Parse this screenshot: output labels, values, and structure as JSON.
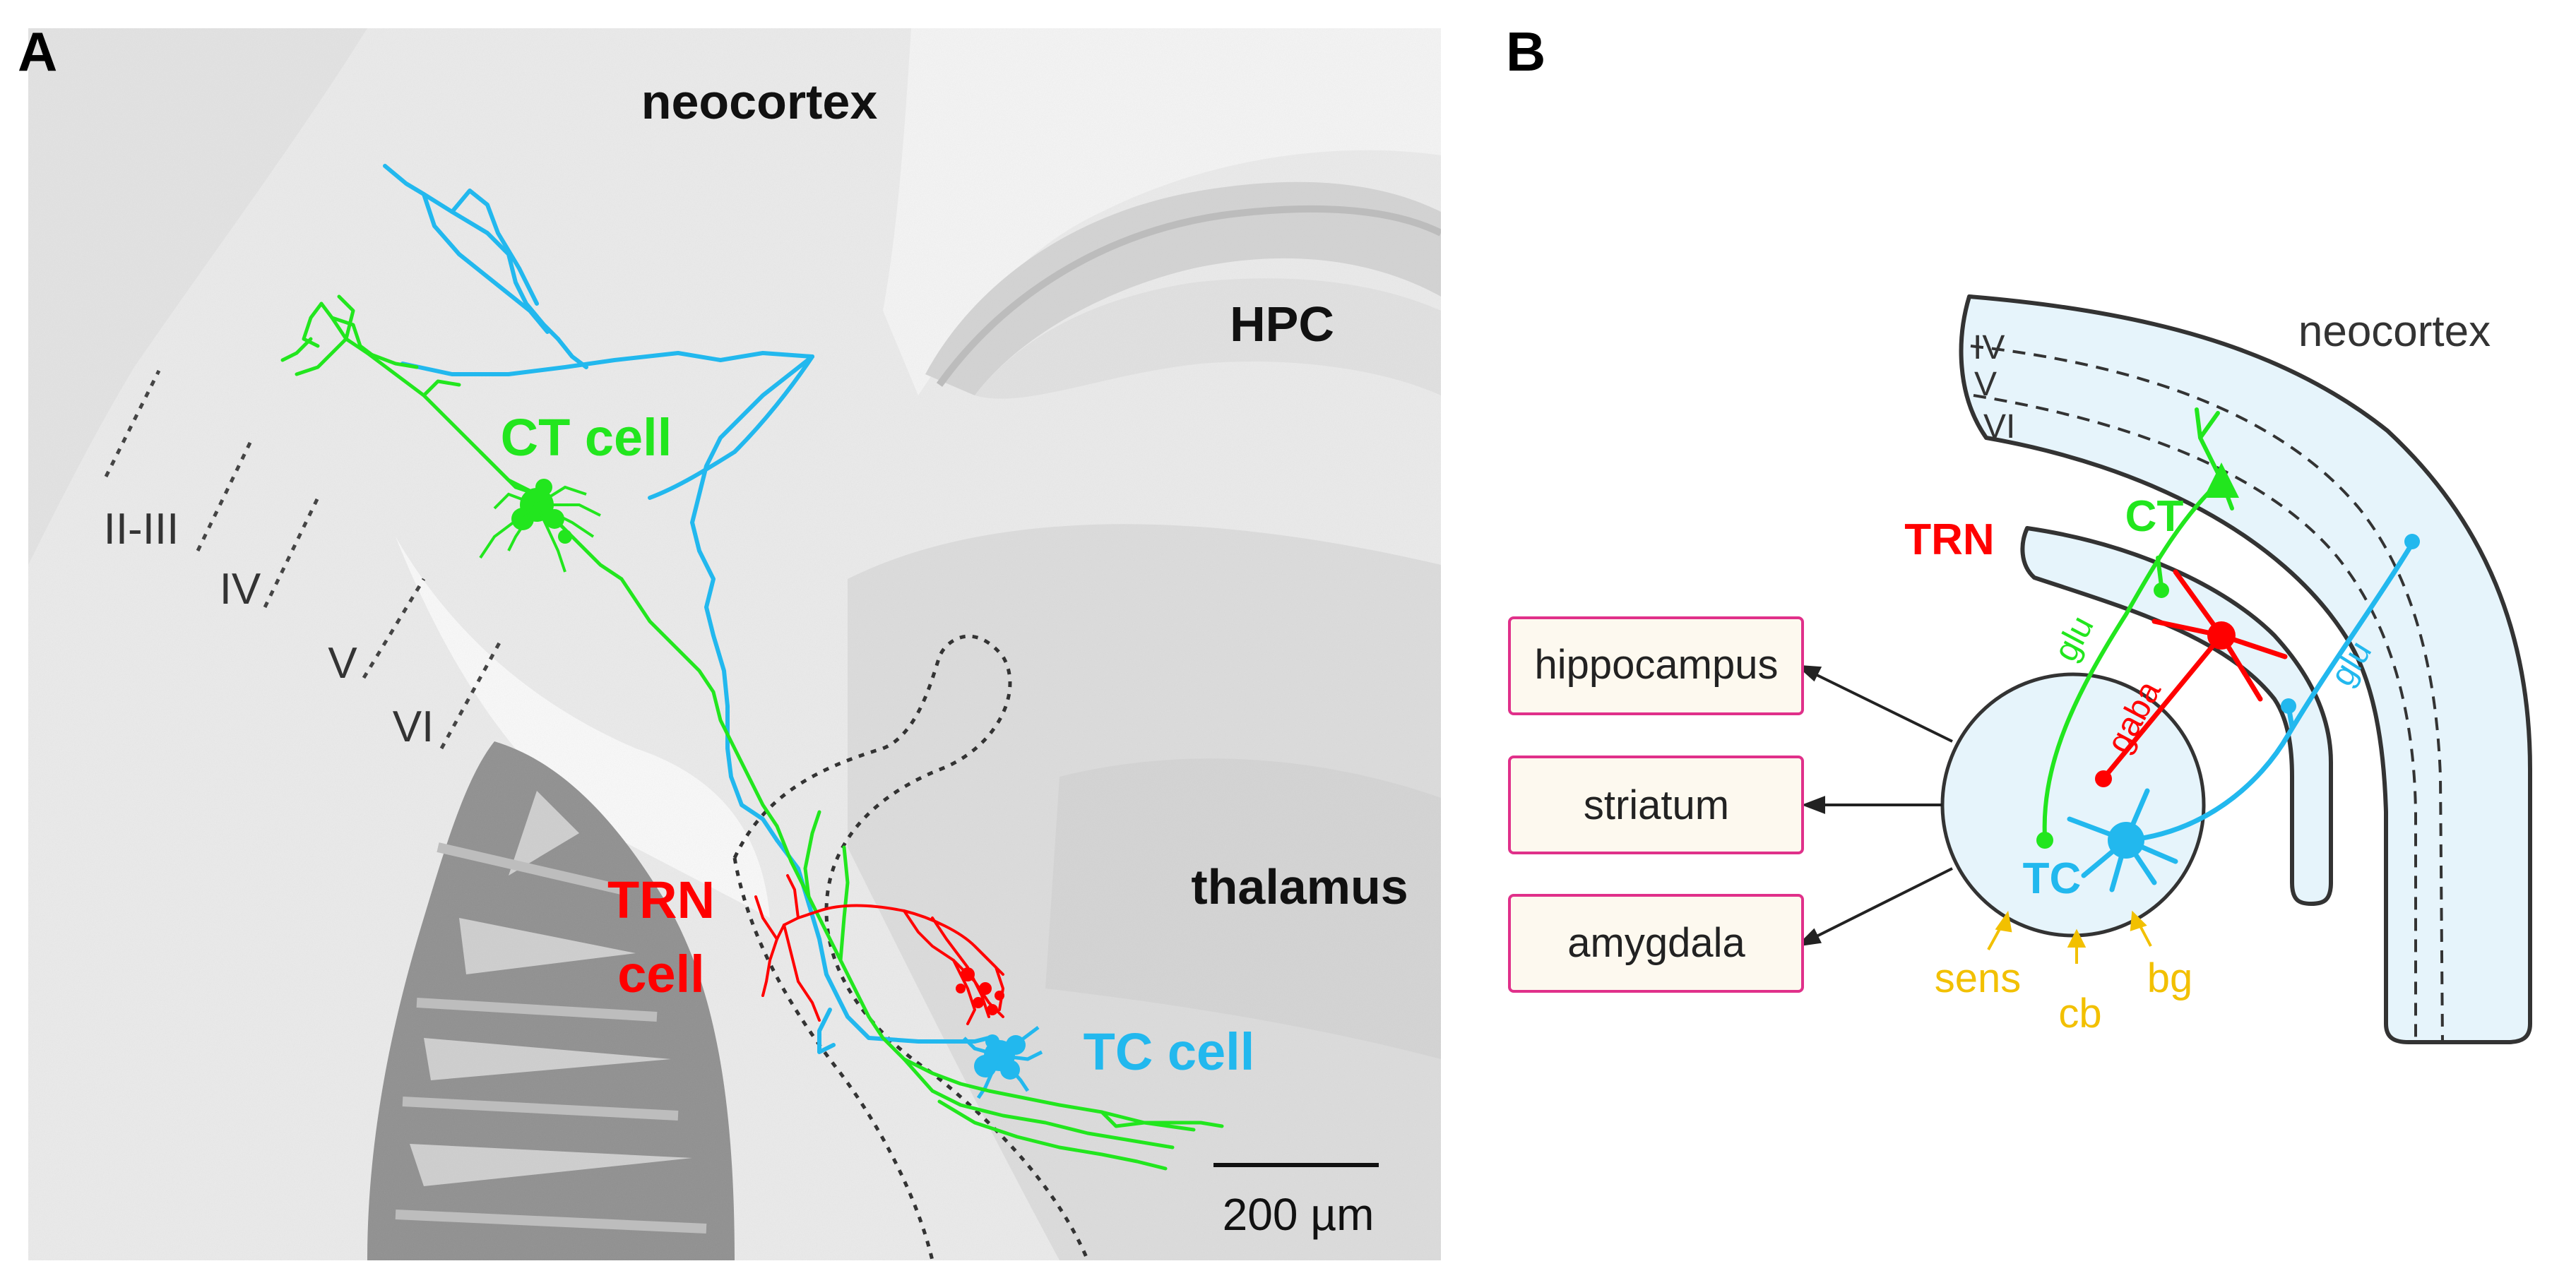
{
  "panel_a": {
    "letter": "A",
    "regions": {
      "neocortex": "neocortex",
      "hpc": "HPC",
      "thalamus": "thalamus"
    },
    "layers": [
      "II-III",
      "IV",
      "V",
      "VI"
    ],
    "cells": {
      "ct": "CT cell",
      "trn_line1": "TRN",
      "trn_line2": "cell",
      "tc": "TC cell"
    },
    "scale_bar": "200 µm",
    "colors": {
      "ct": "#22e61e",
      "trn": "#ff0000",
      "tc": "#22b8ee"
    }
  },
  "panel_b": {
    "letter": "B",
    "neocortex": "neocortex",
    "layers": [
      "IV",
      "V",
      "VI"
    ],
    "labels": {
      "trn": "TRN",
      "ct": "CT",
      "tc": "TC"
    },
    "synapses": {
      "glu_left": "glu",
      "gaba": "gaba",
      "glu_right": "glu"
    },
    "targets": [
      "hippocampus",
      "striatum",
      "amygdala"
    ],
    "inputs": [
      "sens",
      "cb",
      "bg"
    ],
    "colors": {
      "ct": "#22e61e",
      "trn": "#ff0000",
      "tc": "#22b8ee",
      "input": "#f2c000",
      "target_border": "#e0308a",
      "target_fill": "#fdf9ef",
      "region_fill": "#e6f4fb"
    }
  }
}
